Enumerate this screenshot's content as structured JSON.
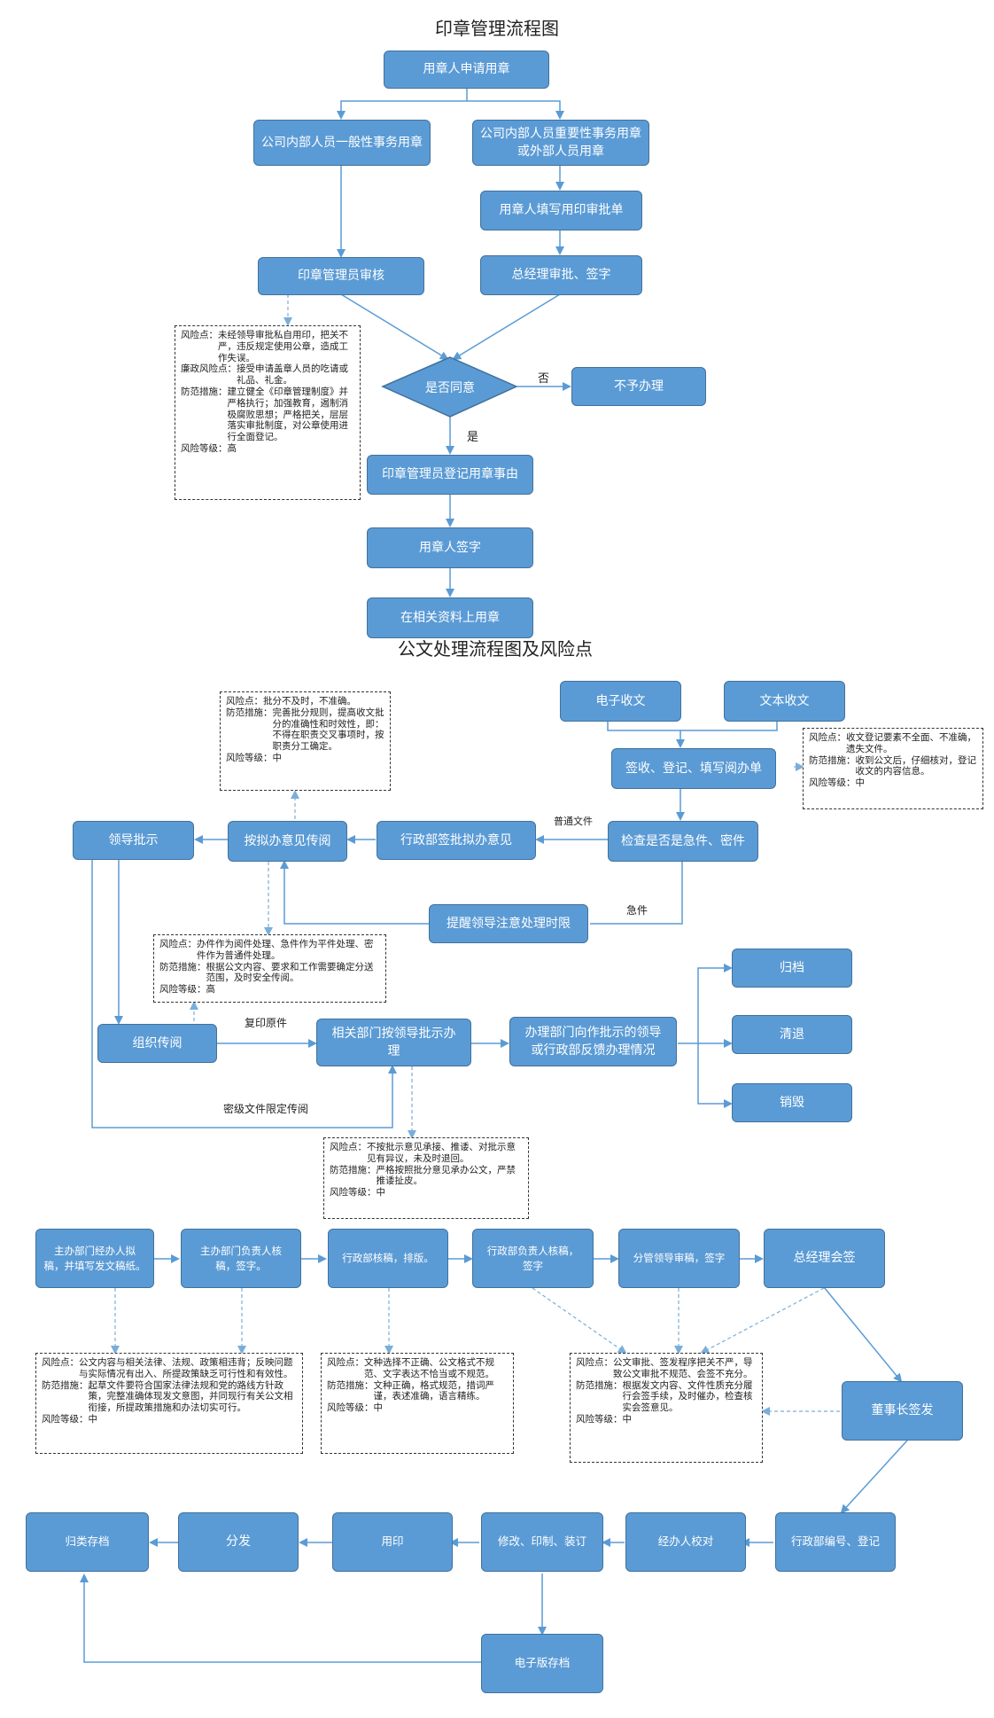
{
  "titles": {
    "seal": "印章管理流程图",
    "doc": "公文处理流程图及风险点"
  },
  "seal": {
    "apply": "用章人申请用章",
    "internal_general": "公司内部人员一般性事务用章",
    "internal_major": "公司内部人员重要性事务用章\n或外部人员用章",
    "fill_form": "用章人填写用印审批单",
    "manager_review": "印章管理员审核",
    "gm_approve": "总经理审批、签字",
    "agree": "是否同意",
    "no": "否",
    "yes": "是",
    "reject": "不予办理",
    "register": "印章管理员登记用章事由",
    "sign": "用章人签字",
    "stamp": "在相关资料上用章",
    "risk": [
      {
        "k": "风险点：",
        "v": "未经领导审批私自用印，把关不严，违反规定使用公章，造成工作失误。"
      },
      {
        "k": "廉政风险点：",
        "v": "接受申请盖章人员的吃请或礼品、礼金。"
      },
      {
        "k": "防范措施：",
        "v": "建立健全《印章管理制度》并严格执行；加强教育，遏制消极腐败思想；严格把关，层层落实审批制度，对公章使用进行全面登记。"
      },
      {
        "k": "风险等级：",
        "v": "高"
      }
    ]
  },
  "doc": {
    "e_receive": "电子收文",
    "t_receive": "文本收文",
    "sign_register": "签收、登记、填写阅办单",
    "check_urgent": "检查是否是急件、密件",
    "normal_label": "普通文件",
    "urgent_label": "急件",
    "admin_opinion": "行政部签批拟办意见",
    "circulate": "按拟办意见传阅",
    "leader": "领导批示",
    "remind": "提醒领导注意处理时限",
    "organize": "组织传阅",
    "copy_label": "复印原件",
    "dept_handle": "相关部门按领导批示办\n理",
    "feedback": "办理部门向作批示的领导\n或行政部反馈办理情况",
    "secret_label": "密级文件限定传阅",
    "archive": "归档",
    "return": "清退",
    "destroy": "销毁",
    "risk_opinion": [
      {
        "k": "风险点：",
        "v": "批分不及时，不准确。"
      },
      {
        "k": "防范措施：",
        "v": "完善批分规则，提高收文批分的准确性和时效性，即：不得在职责交叉事项时，按职责分工确定。"
      },
      {
        "k": "风险等级：",
        "v": "中"
      }
    ],
    "risk_receive": [
      {
        "k": "风险点：",
        "v": "收文登记要素不全面、不准确，遗失文件。"
      },
      {
        "k": "防范措施：",
        "v": "收到公文后，仔细核对，登记收文的内容信息。"
      },
      {
        "k": "风险等级：",
        "v": "中"
      }
    ],
    "risk_circulate": [
      {
        "k": "风险点：",
        "v": "办件作为阅件处理、急件作为平件处理、密件作为普通件处理。"
      },
      {
        "k": "防范措施：",
        "v": "根据公文内容、要求和工作需要确定分送范围，及时安全传阅。"
      },
      {
        "k": "风险等级：",
        "v": "高"
      }
    ],
    "risk_handle": [
      {
        "k": "风险点：",
        "v": "不按批示意见承接、推诿、对批示意见有异议，未及时退回。"
      },
      {
        "k": "防范措施：",
        "v": "严格按照批分意见承办公文，严禁推诿扯皮。"
      },
      {
        "k": "风险等级：",
        "v": "中"
      }
    ]
  },
  "draft": {
    "staff_draft": "主办部门经办人拟\n稿，并填写发文稿纸。",
    "head_review": "主办部门负责人核\n稿，签字。",
    "admin_check": "行政部核稿，排版。",
    "admin_head": "行政部负责人核稿，\n签字",
    "vp_approve": "分管领导审稿，签字",
    "gm_sign": "总经理会签",
    "chairman": "董事长签发",
    "admin_number": "行政部编号、登记",
    "proofread": "经办人校对",
    "print_bind": "修改、印制、装订",
    "seal_use": "用印",
    "distribute": "分发",
    "file_archive": "归类存档",
    "e_archive": "电子版存档",
    "risk_content": [
      {
        "k": "风险点：",
        "v": "公文内容与相关法律、法规、政策相违背；反映问题与实际情况有出入、所提政策缺乏可行性和有效性。"
      },
      {
        "k": "防范措施：",
        "v": "起草文件要符合国家法律法规和党的路线方针政策，完整准确体现发文意图，并同现行有关公文相衔接，所提政策措施和办法切实可行。"
      },
      {
        "k": "风险等级：",
        "v": "中"
      }
    ],
    "risk_format": [
      {
        "k": "风险点：",
        "v": "文种选择不正确、公文格式不规范、文字表达不恰当或不规范。"
      },
      {
        "k": "防范措施：",
        "v": "文种正确，格式规范，措词严谨，表述准确，语言精练。"
      },
      {
        "k": "风险等级：",
        "v": "中"
      }
    ],
    "risk_sign": [
      {
        "k": "风险点：",
        "v": "公文审批、签发程序把关不严，导致公文审批不规范、会签不充分。"
      },
      {
        "k": "防范措施：",
        "v": "根据发文内容、文件性质充分履行会签手续，及时催办，检查核实会签意见。"
      },
      {
        "k": "风险等级：",
        "v": "中"
      }
    ]
  }
}
